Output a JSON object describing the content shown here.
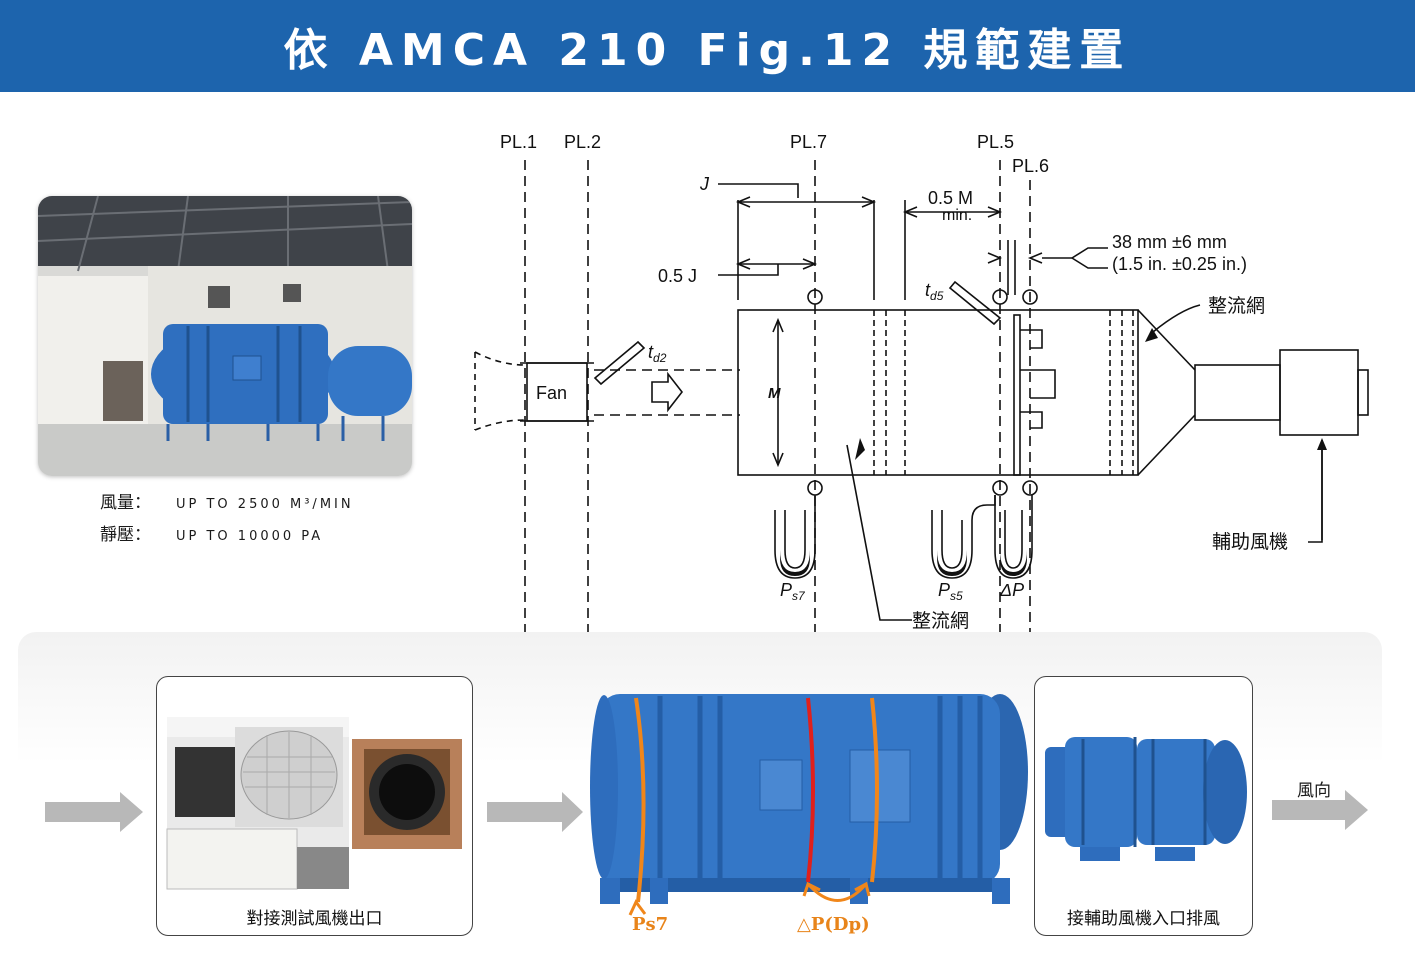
{
  "header": {
    "title": "依 AMCA 210 Fig.12 規範建置",
    "bg_color": "#1d64ad"
  },
  "specs": [
    {
      "label": "風量：",
      "value": "up to 2500 m³/min"
    },
    {
      "label": "靜壓：",
      "value": "up to 10000 Pa"
    }
  ],
  "schematic": {
    "planes": [
      "PL.1",
      "PL.2",
      "PL.7",
      "PL.5",
      "PL.6"
    ],
    "dim_j": "J",
    "dim_half_j": "0.5 J",
    "dim_half_m": "0.5 M",
    "dim_min": "min.",
    "dim_m": "M",
    "tolerance_mm": "38 mm ±6 mm",
    "tolerance_in": "(1.5 in. ±0.25 in.)",
    "fan_label": "Fan",
    "td2": "t",
    "td2_sub": "d2",
    "td5": "t",
    "td5_sub": "d5",
    "ps7": "P",
    "ps7_sub": "s7",
    "ps5": "P",
    "ps5_sub": "s5",
    "dp": "ΔP",
    "straightener_right": "整流網",
    "straightener_bottom": "整流網",
    "aux_fan": "輔助風機"
  },
  "bottom": {
    "left_caption": "對接測試風機出口",
    "right_caption": "接輔助風機入口排風",
    "flow_direction": "風向",
    "ps7_label": "Ps7",
    "dp_label": "△P(Dp)"
  },
  "colors": {
    "duct_blue": "#2f6fbf",
    "ring_orange": "#f0861a",
    "ring_red": "#e0201c",
    "arrow_gray": "#b8b8b8"
  }
}
